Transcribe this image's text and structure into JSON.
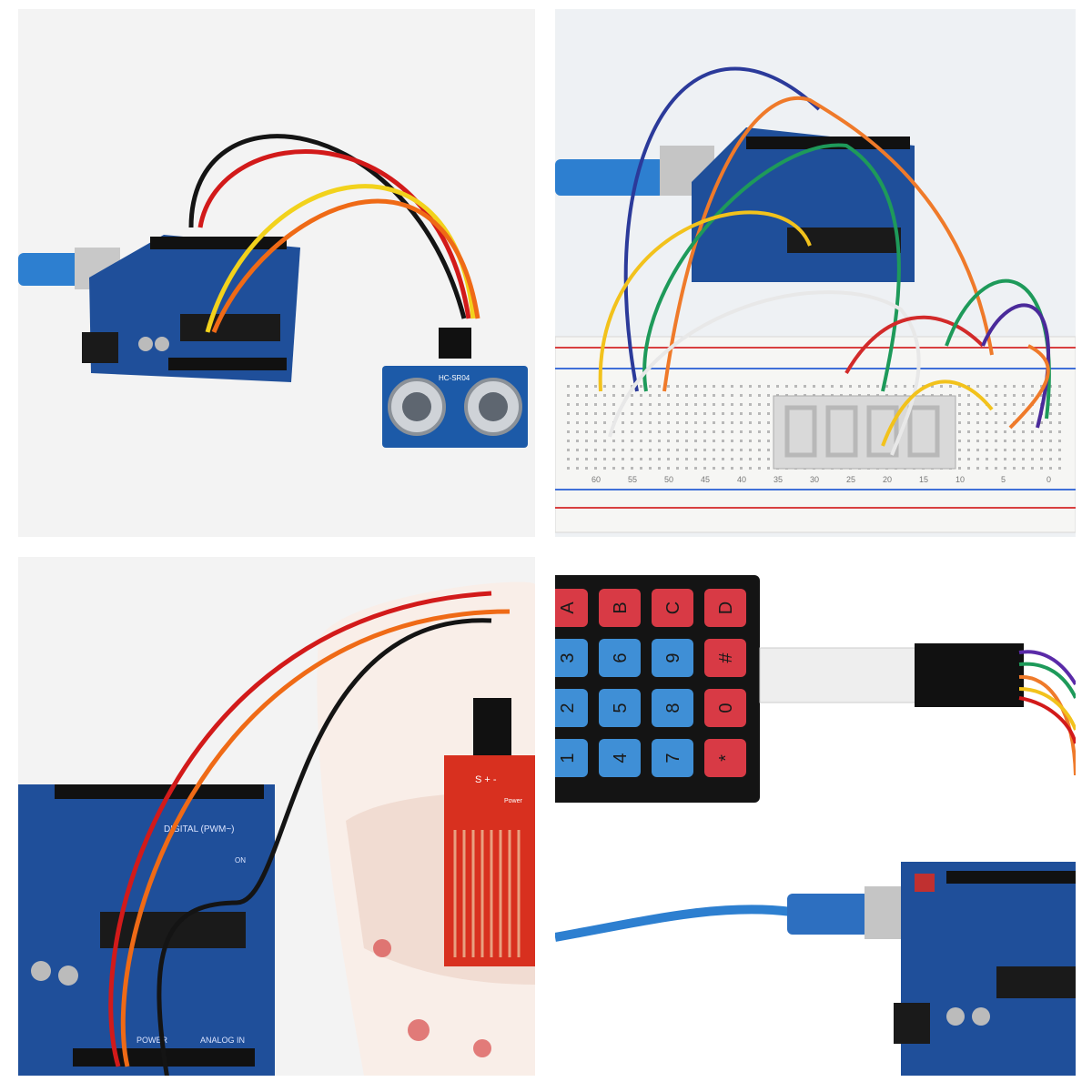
{
  "panels": [
    {
      "scene": "ultrasonic"
    },
    {
      "scene": "seven-segment-breadboard"
    },
    {
      "scene": "water-level-sensor"
    },
    {
      "scene": "membrane-keypad"
    }
  ],
  "board": {
    "digital_label": "DIGITAL (PWM~)",
    "power_label": "POWER",
    "analog_label": "ANALOG IN",
    "on_label": "ON"
  },
  "sensor": {
    "model": "HC-SR04"
  },
  "water_sensor": {
    "pins": "S + -",
    "power_label": "Power"
  },
  "breadboard": {
    "row_numbers": [
      "60",
      "55",
      "50",
      "45",
      "40",
      "35",
      "30",
      "25",
      "20",
      "15",
      "10",
      "5",
      "0"
    ]
  },
  "keypad": {
    "keys": [
      "A",
      "B",
      "C",
      "D",
      "3",
      "6",
      "9",
      "#",
      "2",
      "5",
      "8",
      "0",
      "1",
      "4",
      "7",
      "*"
    ],
    "colors": {
      "letter": "#d83a45",
      "number": "#3f8fd6"
    }
  }
}
